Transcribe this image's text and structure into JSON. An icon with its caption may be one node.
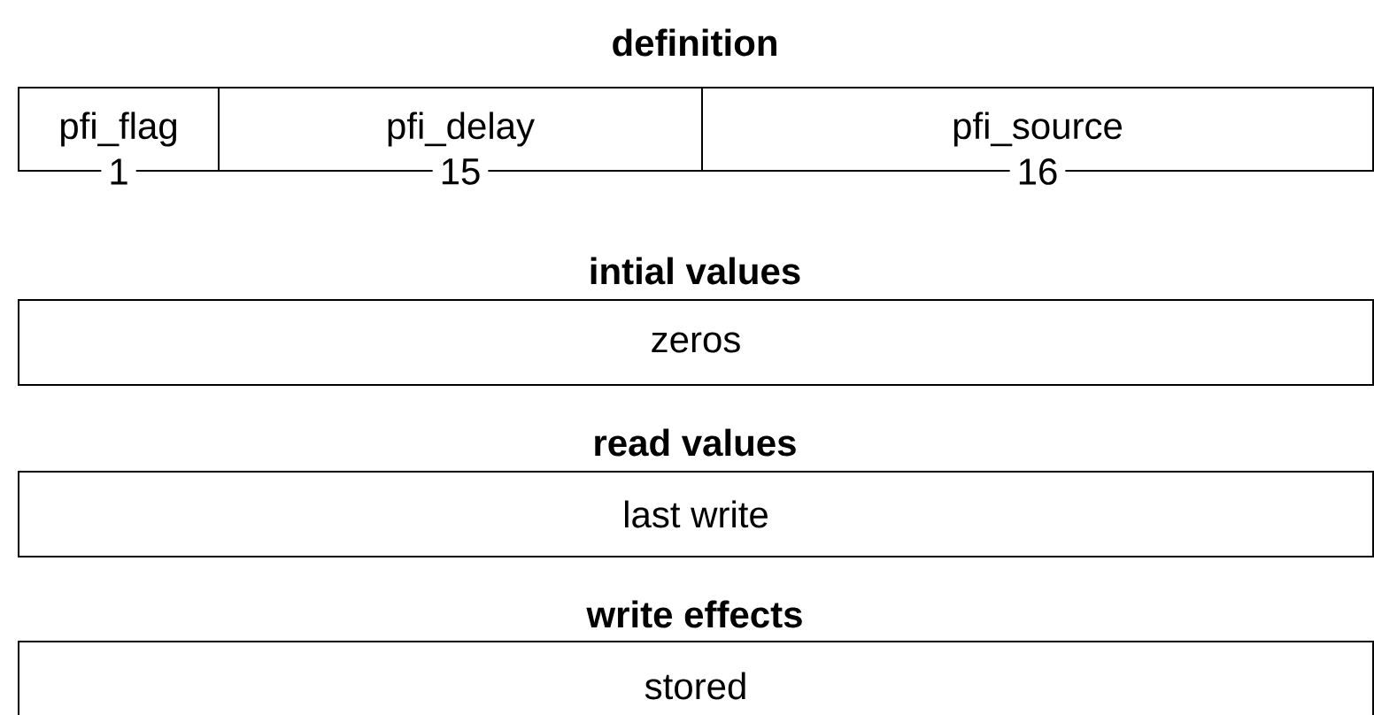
{
  "diagram": {
    "nodes": [
      {
        "text": [
          "definition"
        ]
      },
      {
        "text": [
          "pfi_flag"
        ],
        "in": 0,
        "beside": [
          "1"
        ]
      },
      {
        "text": [
          "pfi_delay"
        ],
        "in": 0,
        "beside": [
          "15"
        ]
      },
      {
        "text": [
          "pfi_source"
        ],
        "in": 0,
        "beside": [
          "16"
        ]
      },
      {
        "text": [
          "intial values",
          "zeros"
        ]
      },
      {
        "text": [
          "read values",
          "last write"
        ]
      },
      {
        "text": [
          "write effects",
          "stored"
        ]
      }
    ]
  }
}
